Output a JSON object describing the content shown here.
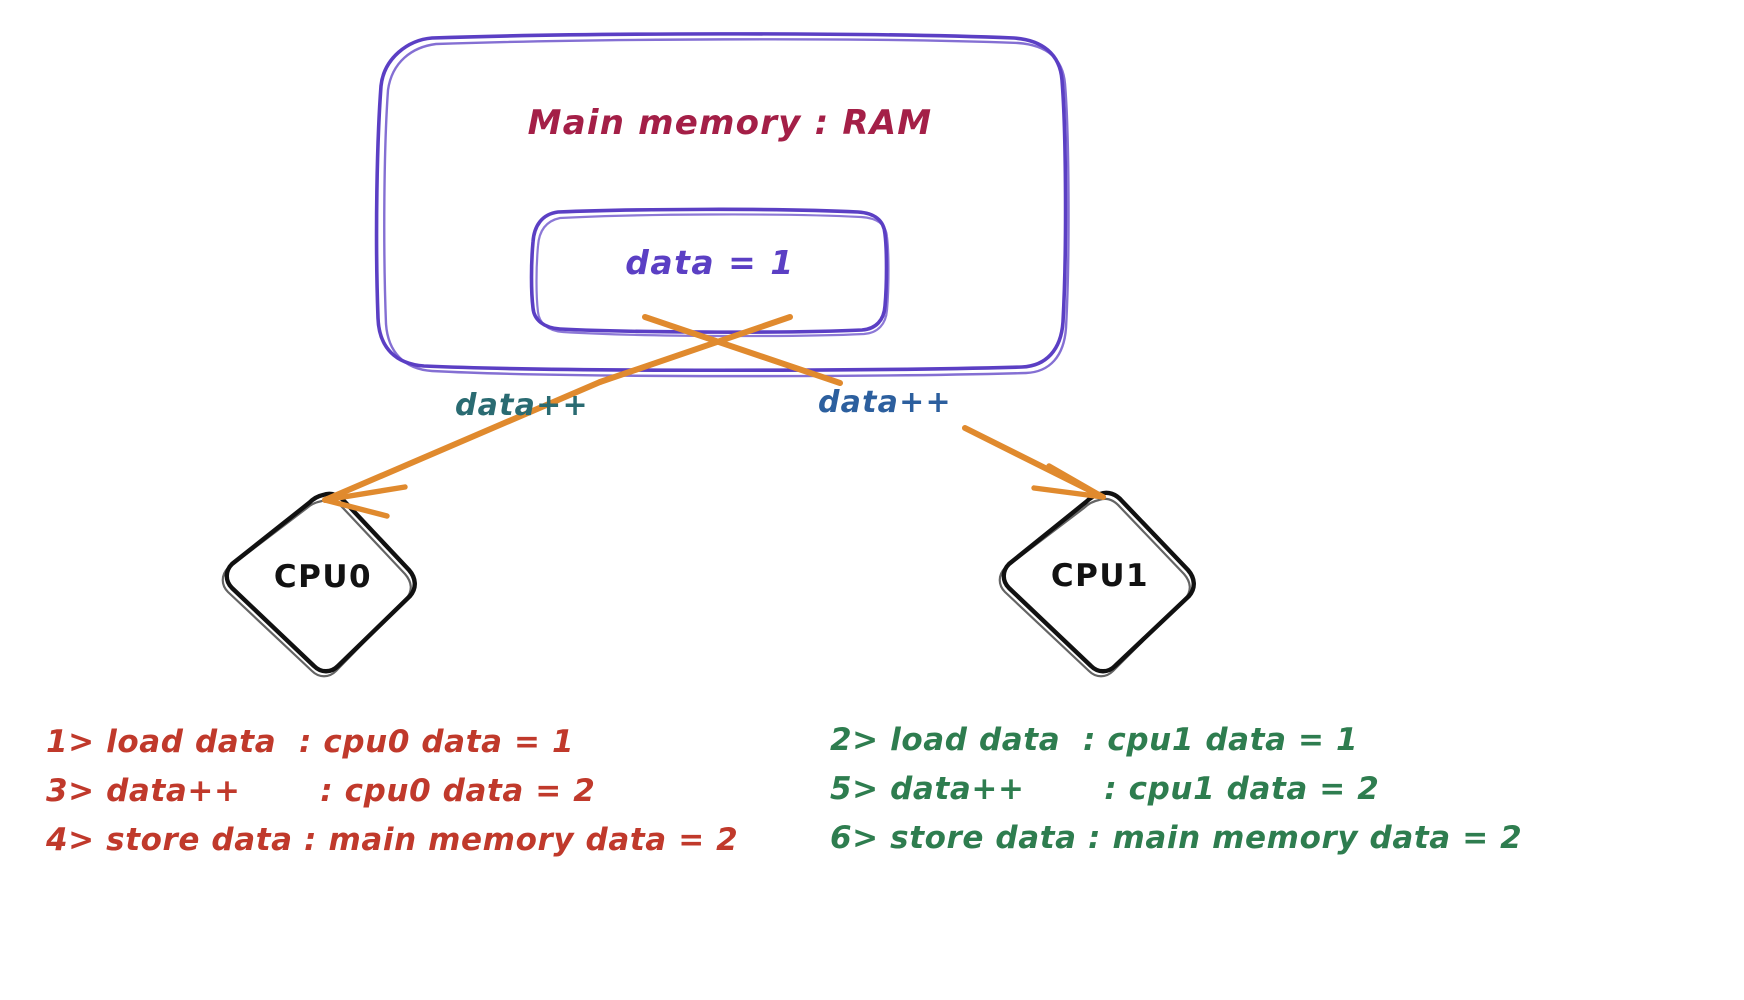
{
  "diagram": {
    "title_text": "Main memory : RAM",
    "memory_cell": {
      "label": "data = 1",
      "variable": "data",
      "value": 1
    },
    "nodes": [
      {
        "id": "cpu0",
        "label": "CPU0",
        "shape": "diamond"
      },
      {
        "id": "cpu1",
        "label": "CPU1",
        "shape": "diamond"
      }
    ],
    "edges": [
      {
        "id": "edge-left",
        "label": "data++",
        "from": "memory_cell",
        "to": "cpu0"
      },
      {
        "id": "edge-right",
        "label": "data++",
        "from": "memory_cell",
        "to": "cpu1"
      }
    ],
    "steps_cpu0": [
      "1> load data  : cpu0 data = 1",
      "3> data++       : cpu0 data = 2",
      "4> store data : main memory data = 2"
    ],
    "steps_cpu1": [
      "2> load data  : cpu1 data = 1",
      "5> data++       : cpu1 data = 2",
      "6> store data : main memory data = 2"
    ],
    "colors": {
      "ram_outline": "#5b3fc4",
      "ram_title": "#a41f47",
      "memory_cell_outline": "#5b3fc4",
      "memory_cell_text": "#5b3fc4",
      "arrow": "#e08a2e",
      "edge_label_left": "#2a6b72",
      "edge_label_right": "#2c5f9e",
      "node_outline": "#111111",
      "node_label": "#121212",
      "steps_cpu0": "#c0392b",
      "steps_cpu1": "#2e7d4f",
      "background": "#ffffff"
    }
  }
}
